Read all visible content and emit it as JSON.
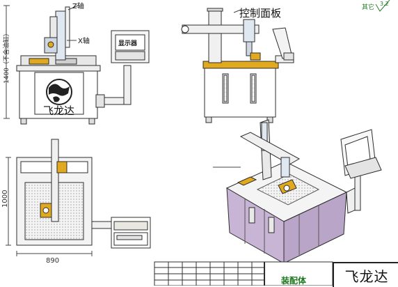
{
  "labels": {
    "z_axis": "Z轴",
    "x_axis": "X轴",
    "control_panel": "控制面板",
    "roughness_label": "其它",
    "roughness_value": "3.2"
  },
  "dimensions": {
    "front_height": "1400（不含油缸）",
    "top_depth": "1000",
    "top_width": "890"
  },
  "brand": {
    "front_logo_text": "飞龙达",
    "title_block_name": "飞龙达",
    "title_block_label": "装配体"
  },
  "monitor_text": "显示器",
  "colors": {
    "line": "#2c2c2c",
    "machine_fill": "#f3f3f3",
    "accent_yellow": "#e0a91e",
    "cabinet_purple": "#b8a3c6",
    "label_green": "#2a7d2a",
    "panel_fill": "#e8e8e0"
  }
}
